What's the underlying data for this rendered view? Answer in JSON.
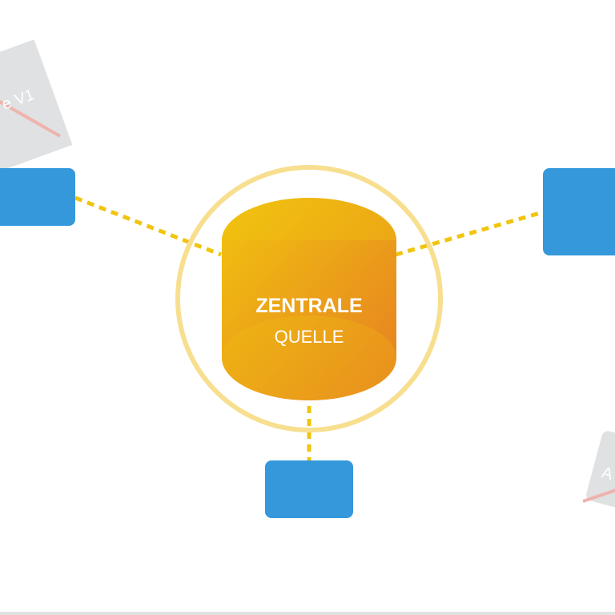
{
  "center": {
    "title": "ZENTRALE",
    "subtitle": "QUELLE"
  },
  "cards": {
    "left_label": "e V1",
    "right_label": "A"
  },
  "colors": {
    "node_blue": "#3498db",
    "ring": "#f7df8f",
    "connector": "#f1c40f",
    "cylinder_top": "#f1c40f",
    "cylinder_bottom": "#e67e22",
    "card_gray": "#dfe1e2",
    "card_line": "#efb3ad"
  }
}
